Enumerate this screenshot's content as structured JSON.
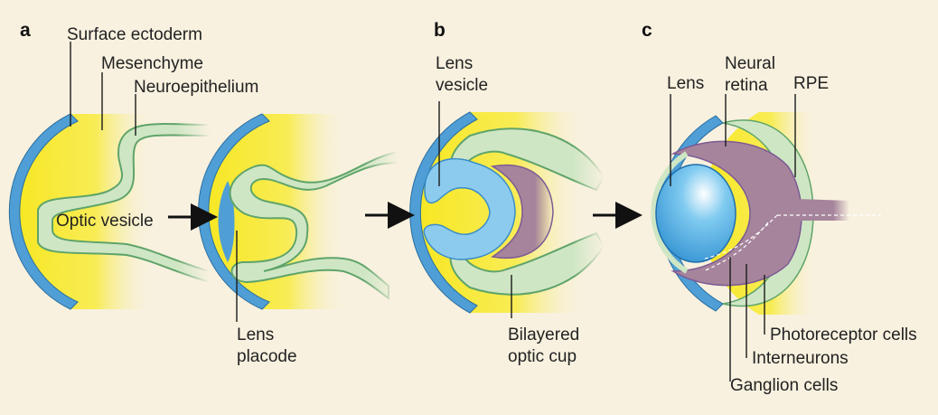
{
  "diagram": {
    "panels": {
      "a": "a",
      "b": "b",
      "c": "c"
    },
    "labels": {
      "surface_ectoderm": "Surface ectoderm",
      "mesenchyme": "Mesenchyme",
      "neuroepithelium": "Neuroepithelium",
      "optic_vesicle": "Optic vesicle",
      "lens_placode_1": "Lens",
      "lens_placode_2": "placode",
      "lens_vesicle_1": "Lens",
      "lens_vesicle_2": "vesicle",
      "bilayered_1": "Bilayered",
      "bilayered_2": "optic cup",
      "lens": "Lens",
      "neural_retina_1": "Neural",
      "neural_retina_2": "retina",
      "rpe": "RPE",
      "photoreceptor": "Photoreceptor cells",
      "interneurons": "Interneurons",
      "ganglion": "Ganglion cells"
    },
    "colors": {
      "background": "#f8f1df",
      "ectoderm": "#4f9fd6",
      "mesenchyme": "#f8e93a",
      "neuroepithelium": "#cfe6c4",
      "lens": "#9ed3ef",
      "retina": "#a6849c",
      "arrow": "#111111"
    }
  }
}
